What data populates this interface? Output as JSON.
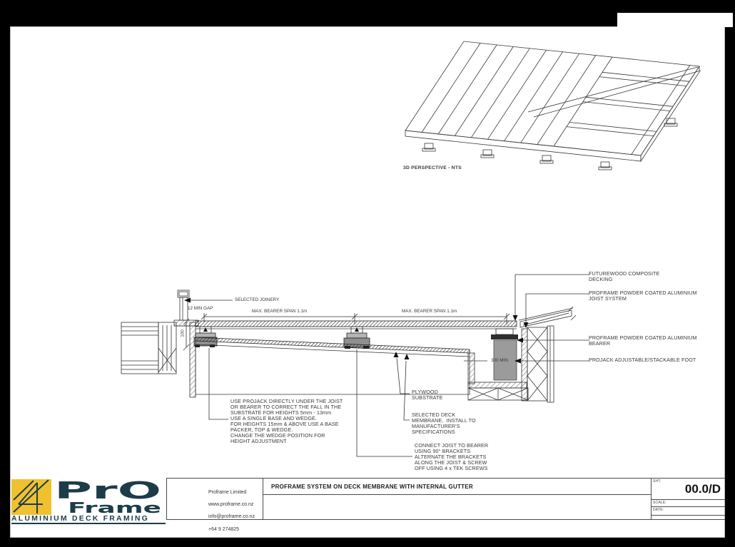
{
  "viewer": {
    "background": "#000000",
    "page_background": "#ffffff"
  },
  "perspective": {
    "caption": "3D PERSPECTIVE - NTS"
  },
  "section": {
    "labels": {
      "selected_joinery": "SELECTED JOINERY",
      "min_gap": "12 MIN GAP",
      "bearer_span_left": "MAX. BEARER SPAN 1.1m",
      "bearer_span_right": "MAX. BEARER SPAN 1.1m",
      "dim_height": "100",
      "dim_gutter": "300 MIN",
      "decking": "FUTUREWOOD COMPOSITE\nDECKING",
      "joist_system": "PROFRAME POWDER COATED ALUMINIUM\nJOIST SYSTEM",
      "bearer": "PROFRAME POWDER COATED ALUMINIUM\nBEARER",
      "projack_foot": "PROJACK ADJUSTABLE/STACKABLE FOOT",
      "projack_note": "USE PROJACK DIRECTLY UNDER THE JOIST\nOR BEARER TO CORRECT THE FALL IN THE\nSUBSTRATE FOR HEIGHTS 5mm - 13mm\nUSE A SINGLE BASE AND WEDGE.\nFOR HEIGHTS 15mm & ABOVE USE A BASE\nPACKER, TOP & WEDGE.\nCHANGE THE WEDGE POSITION FOR\nHEIGHT ADJUSTMENT",
      "plywood": "PLYWOOD\nSUBSTRATE",
      "membrane": "SELECTED DECK\nMEMBRANE,  INSTALL TO\nMANUFACTURER'S\nSPECIFICATIONS",
      "connect_note": "CONNECT JOIST TO BEARER\nUSING 90° BRACKETS\nALTERNATE THE BRACKETS\nALONG THE JOIST & SCREW\nOFF USING 4 x TEK SCREWS"
    }
  },
  "title_block": {
    "logo": {
      "pro": "PrO",
      "frame": "Frame",
      "tagline": "ALUMINIUM DECK FRAMING",
      "yellow": "#F0C12F",
      "teal": "#1D3C49"
    },
    "company": {
      "name": "Proframe Limited",
      "website": "www.proframe.co.nz",
      "email": "info@proframe.co.nz",
      "phone": "+64 9 274825"
    },
    "title": "PROFRAME SYSTEM ON DECK MEMBRANE WITH INTERNAL GUTTER",
    "sheet": {
      "sht_label": "SHT:",
      "number": "00.0/D",
      "scale_label": "SCALE:",
      "date_label": "DATE:"
    }
  }
}
